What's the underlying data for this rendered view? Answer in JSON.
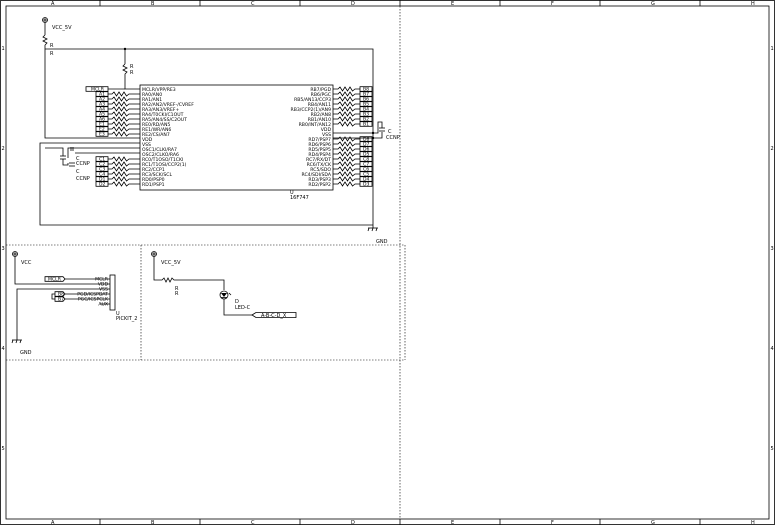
{
  "frame": {
    "columns": [
      "A",
      "B",
      "C",
      "D",
      "E",
      "F",
      "G",
      "H"
    ],
    "rows": [
      "1",
      "2",
      "3",
      "4",
      "5"
    ]
  },
  "mcu": {
    "ref": "U",
    "value": "16F747",
    "left_pins": [
      "MCLR/VPP/RE3",
      "RA0/AN0",
      "RA1/AN1",
      "RA2/AN2/VREF-/CVREF",
      "RA3/AN3/VREF+",
      "RA4/T0CKI/C1OUT",
      "RA5/AN4/SS/C2OUT",
      "RE0/RD/AN5",
      "RE1/WR/AN6",
      "RE2/CS/AN7",
      "VDD",
      "VSS",
      "OSC1/CLKI/RA7",
      "OSC2/CLKO/RA6",
      "RC0/T1OSO/T1CKI",
      "RC1/T1OSI/CCP2(1)",
      "RC2/CCP1",
      "RC3/SCK/SCL",
      "RD0/PSP0",
      "RD1/PSP1"
    ],
    "right_pins": [
      "RB7/PGD",
      "RB6/PGC",
      "RB5/AN13/CCP3",
      "RB4/AN11",
      "RB3/CCP2(1)/AN9",
      "RB2/AN8",
      "RB1/AN10",
      "RB0/INT/AN12",
      "VDD",
      "VSS",
      "RD7/PSP7",
      "RD6/PSP6",
      "RD5/PSP5",
      "RD4/PSP4",
      "RC7/RX/DT",
      "RC6/TX/CK",
      "RC5/SDO",
      "RC4/SDI/SDA",
      "RD3/PSP3",
      "RD2/PSP2"
    ],
    "left_nets": [
      "MCLR",
      "A1",
      "A2",
      "A3",
      "A4",
      "A5",
      "A6",
      "E1",
      "E2",
      "E3",
      "",
      "",
      "",
      "",
      "C1",
      "C2",
      "C3",
      "C4",
      "D1",
      "D2"
    ],
    "right_nets": [
      "B8",
      "B7",
      "B6",
      "B5",
      "B4",
      "B3",
      "B2",
      "B1",
      "",
      "",
      "D8",
      "D7",
      "D6",
      "D5",
      "C8",
      "C7",
      "C6",
      "C5",
      "D4",
      "D3"
    ]
  },
  "labels": {
    "vcc_5v": "VCC_5V",
    "r": "R",
    "c": "C",
    "ccnp": "CCNP",
    "gnd": "GND",
    "vcc": "VCC",
    "d": "D",
    "led": "LED-C",
    "net_abcdx": "A-B-C-D_X",
    "u": "U",
    "pickit": "PICKIT_2"
  },
  "pickit": {
    "pins": [
      "MCLR",
      "VDD",
      "VSS",
      "PGD/ICSPDAT",
      "PGC/ICSPCLK",
      "AUX"
    ],
    "nets": [
      "MCLR",
      "",
      "",
      "B8",
      "B7",
      ""
    ]
  }
}
